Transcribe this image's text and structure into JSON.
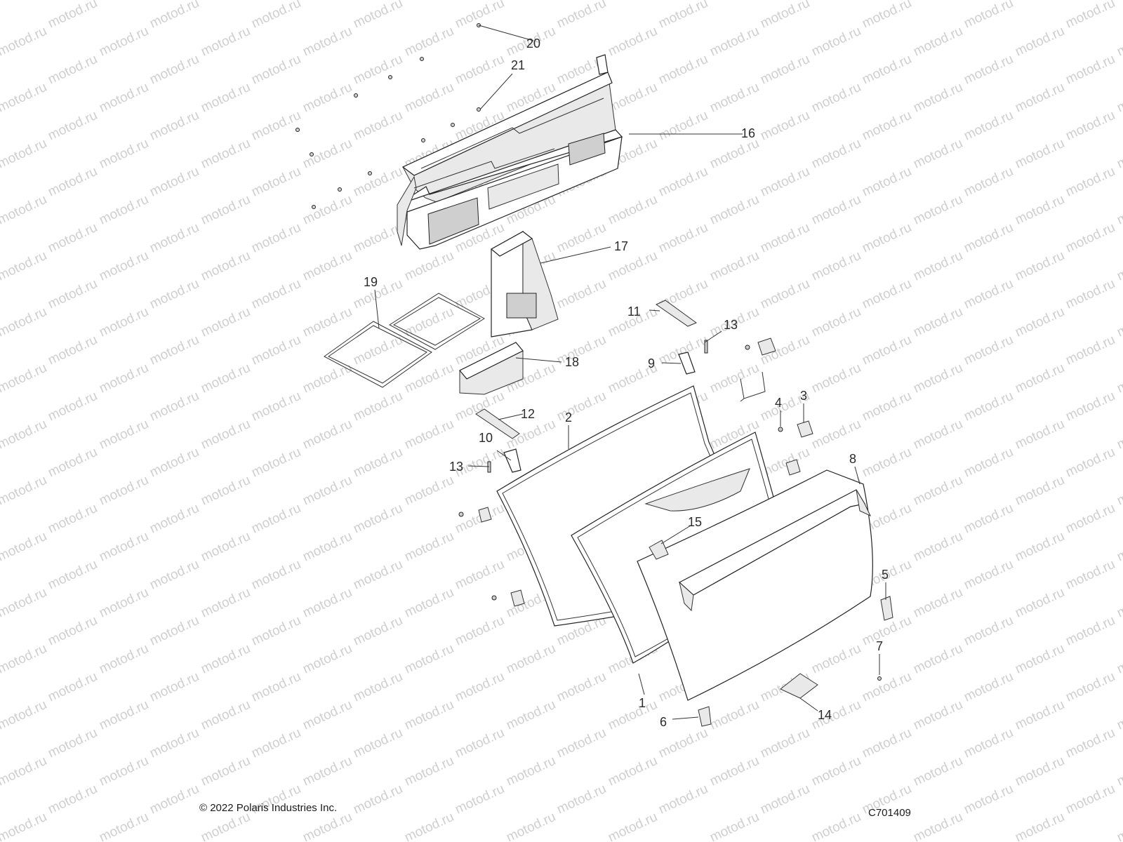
{
  "watermark": {
    "text": "motod.ru",
    "color": "#cfcfcf"
  },
  "footer": {
    "copyright": "© 2022 Polaris Industries Inc.",
    "diagram_id": "C701409"
  },
  "callouts": [
    {
      "id": "20",
      "label": "20"
    },
    {
      "id": "21",
      "label": "21"
    },
    {
      "id": "16",
      "label": "16"
    },
    {
      "id": "17",
      "label": "17"
    },
    {
      "id": "19",
      "label": "19"
    },
    {
      "id": "18",
      "label": "18"
    },
    {
      "id": "11",
      "label": "11"
    },
    {
      "id": "13a",
      "label": "13"
    },
    {
      "id": "9",
      "label": "9"
    },
    {
      "id": "4",
      "label": "4"
    },
    {
      "id": "3",
      "label": "3"
    },
    {
      "id": "12",
      "label": "12"
    },
    {
      "id": "2",
      "label": "2"
    },
    {
      "id": "10",
      "label": "10"
    },
    {
      "id": "13b",
      "label": "13"
    },
    {
      "id": "8",
      "label": "8"
    },
    {
      "id": "15",
      "label": "15"
    },
    {
      "id": "5",
      "label": "5"
    },
    {
      "id": "7",
      "label": "7"
    },
    {
      "id": "1",
      "label": "1"
    },
    {
      "id": "6",
      "label": "6"
    },
    {
      "id": "14",
      "label": "14"
    }
  ]
}
